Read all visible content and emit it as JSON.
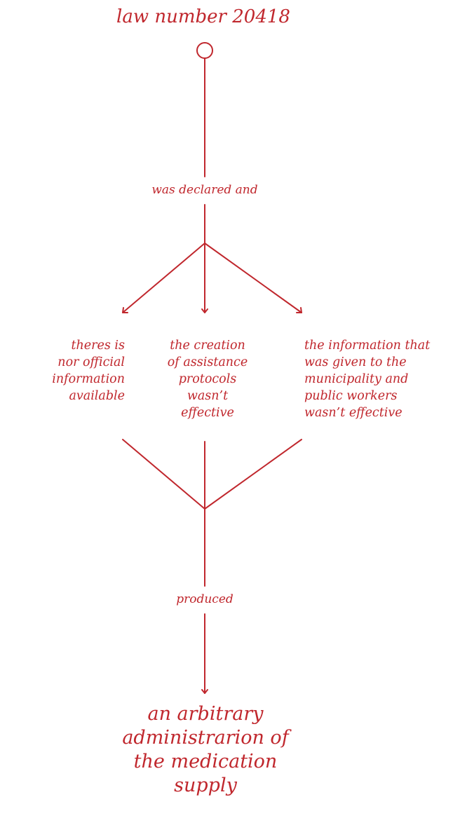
{
  "diagram": {
    "title": "law number 20418",
    "edge_declared": "was declared and",
    "branches": [
      "theres is\nnor official\ninformation\navailable",
      "the creation\nof assistance\nprotocols\nwasn’t\neffective",
      "the information that\nwas given to the\nmunicipality and\npublic workers\nwasn’t effective"
    ],
    "edge_produced": "produced",
    "result": "an arbitrary\nadministrarion of\nthe medication\nsupply"
  },
  "colors": {
    "accent": "#c0272d",
    "background": "#ffffff"
  }
}
